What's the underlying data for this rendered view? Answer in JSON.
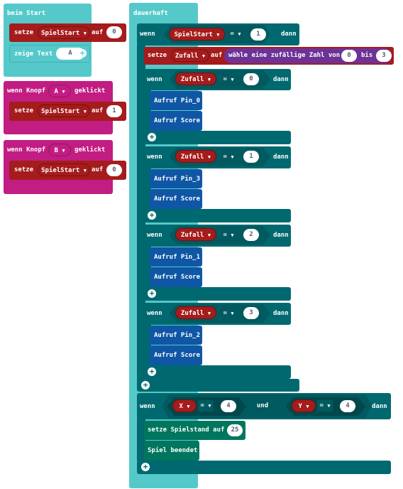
{
  "on_start": {
    "header": "beim Start",
    "set_label": "setze",
    "variable": "SpielStart",
    "to_label": "auf",
    "value": "0",
    "show_text_label": "zeige Text",
    "show_text_value": "A"
  },
  "button_a": {
    "header_prefix": "wenn Knopf",
    "button": "A",
    "header_suffix": "geklickt",
    "set_label": "setze",
    "variable": "SpielStart",
    "to_label": "auf",
    "value": "1"
  },
  "button_b": {
    "header_prefix": "wenn Knopf",
    "button": "B",
    "header_suffix": "geklickt",
    "set_label": "setze",
    "variable": "SpielStart",
    "to_label": "auf",
    "value": "0"
  },
  "forever": {
    "header": "dauerhaft",
    "if1": {
      "if_label": "wenn",
      "variable": "SpielStart",
      "operator": "=",
      "value": "1",
      "then_label": "dann",
      "set_label": "setze",
      "set_variable": "Zufall",
      "to_label": "auf",
      "random_label": "wähle eine zufällige Zahl von",
      "random_from": "0",
      "random_to_label": "bis",
      "random_to": "3",
      "branches": [
        {
          "if_label": "wenn",
          "variable": "Zufall",
          "operator": "=",
          "value": "0",
          "then_label": "dann",
          "call1": "Aufruf Pin_0",
          "call2": "Aufruf Score"
        },
        {
          "if_label": "wenn",
          "variable": "Zufall",
          "operator": "=",
          "value": "1",
          "then_label": "dann",
          "call1": "Aufruf Pin_3",
          "call2": "Aufruf Score"
        },
        {
          "if_label": "wenn",
          "variable": "Zufall",
          "operator": "=",
          "value": "2",
          "then_label": "dann",
          "call1": "Aufruf Pin_1",
          "call2": "Aufruf Score"
        },
        {
          "if_label": "wenn",
          "variable": "Zufall",
          "operator": "=",
          "value": "3",
          "then_label": "dann",
          "call1": "Aufruf Pin_2",
          "call2": "Aufruf Score"
        }
      ]
    },
    "if2": {
      "if_label": "wenn",
      "var1": "X",
      "op1": "=",
      "val1": "4",
      "and_label": "und",
      "var2": "Y",
      "op2": "=",
      "val2": "4",
      "then_label": "dann",
      "set_score_label": "setze Spielstand auf",
      "set_score_value": "25",
      "game_over": "Spiel beendet"
    }
  },
  "icons": {
    "dropdown": "▼",
    "add": "+"
  }
}
